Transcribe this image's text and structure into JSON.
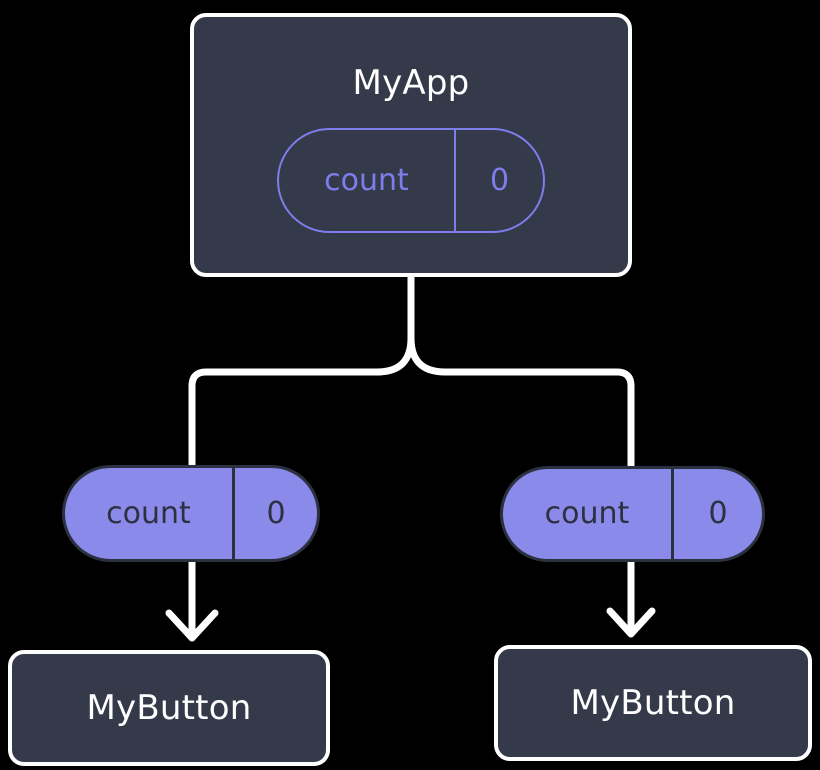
{
  "diagram": {
    "type": "component-state-tree",
    "background_color": "#000000",
    "colors": {
      "component_fill": "#343a49",
      "component_border": "#ffffff",
      "component_text": "#ffffff",
      "state_accent": "#7d7dec",
      "state_pill_fill": "#8a8aea",
      "state_pill_text": "#2c3140",
      "wire": "#ffffff"
    },
    "root": {
      "title": "MyApp",
      "state": {
        "key": "count",
        "value": "0"
      }
    },
    "consumers": [
      {
        "state": {
          "key": "count",
          "value": "0"
        },
        "component": {
          "title": "MyButton"
        }
      },
      {
        "state": {
          "key": "count",
          "value": "0"
        },
        "component": {
          "title": "MyButton"
        }
      }
    ]
  }
}
